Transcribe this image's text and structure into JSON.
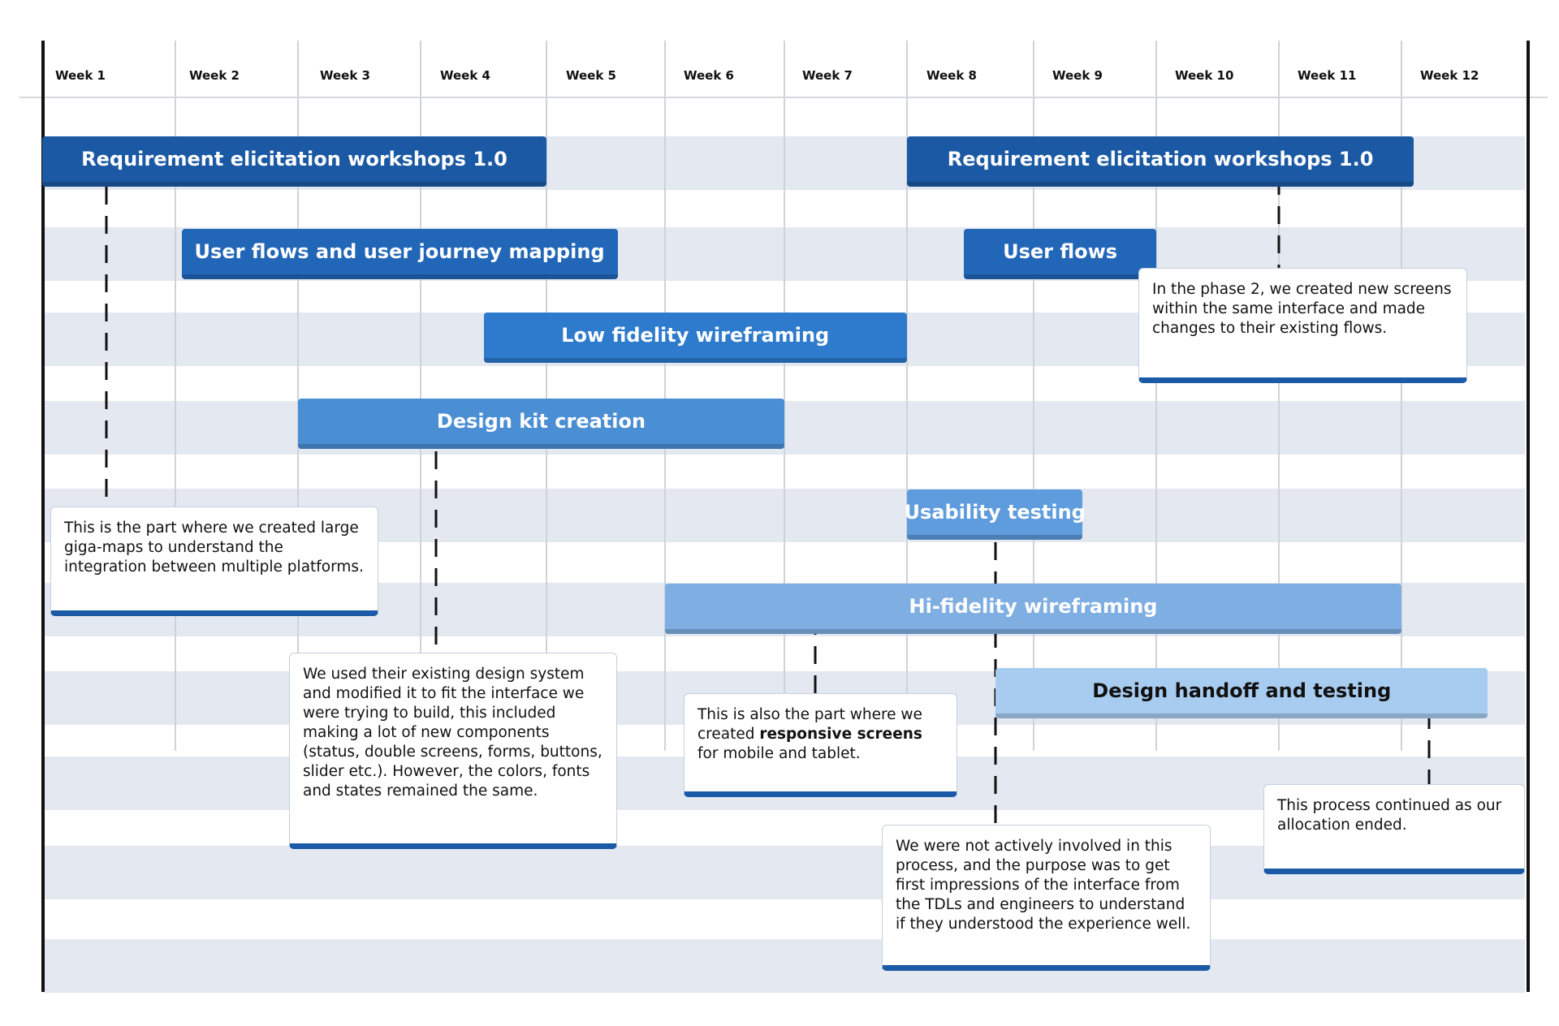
{
  "chart_data": {
    "type": "gantt",
    "weeks": [
      "Week 1",
      "Week 2",
      "Week 3",
      "Week 4",
      "Week 5",
      "Week 6",
      "Week 7",
      "Week 8",
      "Week 9",
      "Week 10",
      "Week 11",
      "Week 12"
    ],
    "tasks": [
      {
        "label": "Requirement elicitation workshops 1.0",
        "start_week": 1.0,
        "end_week": 5.0,
        "row": 0,
        "color": "#1b59a4"
      },
      {
        "label": "Requirement elicitation workshops 1.0",
        "start_week": 8.0,
        "end_week": 12.1,
        "row": 0,
        "color": "#1b59a4"
      },
      {
        "label": "User flows and user journey mapping",
        "start_week": 2.05,
        "end_week": 5.6,
        "row": 1,
        "color": "#2266b8"
      },
      {
        "label": "User flows",
        "start_week": 8.45,
        "end_week": 10.0,
        "row": 1,
        "color": "#2266b8"
      },
      {
        "label": "Low fidelity wireframing",
        "start_week": 4.5,
        "end_week": 8.0,
        "row": 2,
        "color": "#2e7bcd"
      },
      {
        "label": "Design kit creation",
        "start_week": 3.0,
        "end_week": 7.0,
        "row": 3,
        "color": "#4a8ed4"
      },
      {
        "label": "Usability testing",
        "start_week": 8.0,
        "end_week": 9.4,
        "row": 4,
        "color": "#5e9cde"
      },
      {
        "label": "Hi-fidelity wireframing",
        "start_week": 6.0,
        "end_week": 12.0,
        "row": 5,
        "color": "#7eaee2"
      },
      {
        "label": "Design handoff and testing",
        "start_week": 8.7,
        "end_week": 12.7,
        "row": 6,
        "color": "#a8ccf0",
        "text_color": "#111111"
      }
    ],
    "annotations": [
      {
        "id": "note-giga-maps",
        "text": "This is the part where we created large giga-maps to understand the integration between multiple platforms."
      },
      {
        "id": "note-design-system",
        "text": "We used their existing design system and modified it to fit the interface we were trying to build, this included making a lot of new components (status, double screens, forms, buttons, slider etc.). However, the colors, fonts and states remained the same."
      },
      {
        "id": "note-responsive",
        "text_before": "This is also the part where we created ",
        "text_bold": "responsive screens",
        "text_after": " for mobile and tablet."
      },
      {
        "id": "note-phase2",
        "text": "In the phase 2, we created new screens within the same interface and made changes to their existing flows."
      },
      {
        "id": "note-usability",
        "text": "We were not actively involved in this process, and the purpose was to get first impressions of the interface from the TDLs and engineers to understand if they understood the experience well."
      },
      {
        "id": "note-allocation",
        "text": "This process continued as our allocation ended."
      }
    ],
    "grid": true
  },
  "colors": {
    "row_band": "#e3e8f1",
    "grid_line": "#cfd3d9",
    "header_line": "#d5d8dc",
    "border": "#111111",
    "note_accent": "#1b5aa6"
  }
}
